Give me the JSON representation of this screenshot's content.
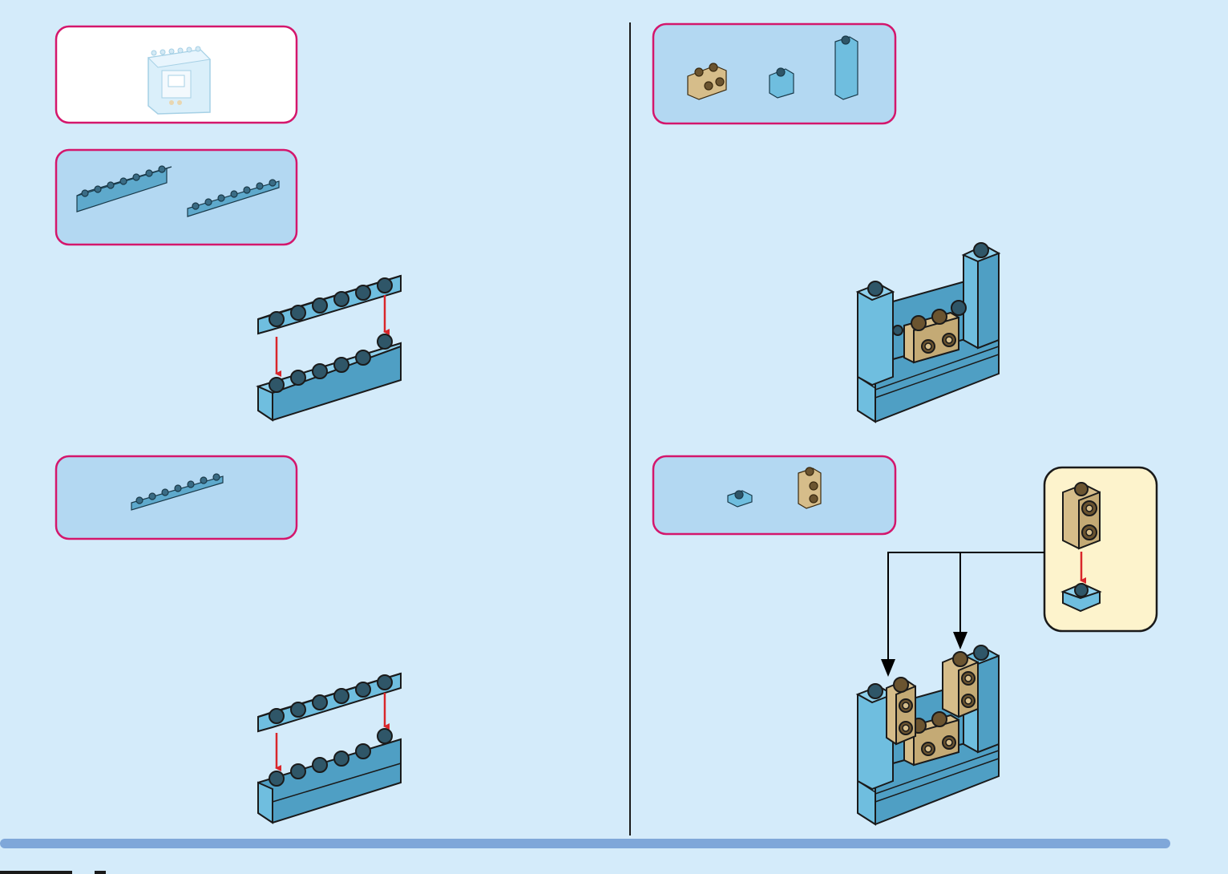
{
  "page": {
    "background": "#d4ebfa",
    "panel_fill": "#b3d8f2",
    "panel_fill_white": "#ffffff",
    "callout_fill": "#fdf3cc",
    "panel_border": "#d4166c",
    "divider": "#1a1a1a",
    "footer_bar": "#7fa7d9",
    "brick_blue": "#6fbedf",
    "brick_blue_dark": "#4f9fc4",
    "brick_tan": "#d6bd8a",
    "arrow_red": "#d9262b",
    "arrow_black": "#000000"
  },
  "steps": [
    {
      "name": "overview",
      "parts_panel_style": "white",
      "parts": [
        "wall-panel-preview"
      ]
    },
    {
      "name": "step-1",
      "parts": [
        "blue-1x6-brick",
        "blue-1x6-plate"
      ]
    },
    {
      "name": "step-2",
      "parts": [
        "blue-1x6-plate"
      ]
    },
    {
      "name": "step-3",
      "parts": [
        "tan-1x2-brick-side-studs",
        "blue-1x1-brick",
        "blue-1x1x3-brick"
      ]
    },
    {
      "name": "step-4",
      "parts": [
        "blue-1x1-plate",
        "tan-1x1-brick-side-studs"
      ],
      "callout": "sub-assembly"
    }
  ]
}
